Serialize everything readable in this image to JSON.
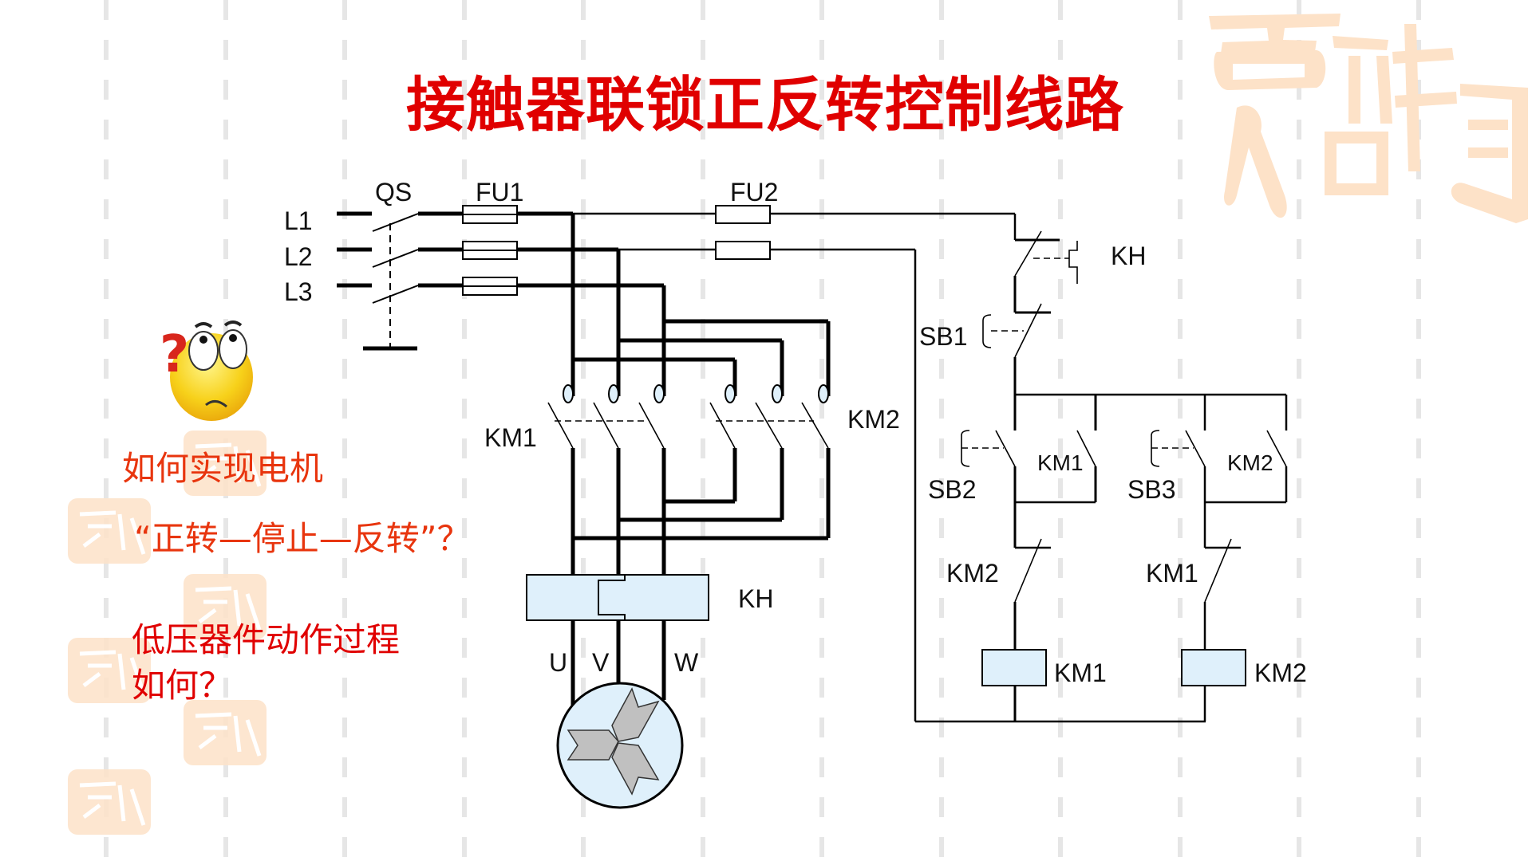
{
  "slide": {
    "title": "接触器联锁正反转控制线路",
    "questions": [
      "如何实现电机",
      "“正转—停止—反转”？",
      "低压器件动作过程",
      "如何？"
    ],
    "watermark_text": "吉祥如意",
    "emoji_icon": "confused-face-question-icon"
  },
  "diagram": {
    "power_lines": [
      "L1",
      "L2",
      "L3"
    ],
    "main_switch": "QS",
    "main_fuse": "FU1",
    "control_fuse": "FU2",
    "forward_contactor": "KM1",
    "reverse_contactor": "KM2",
    "thermal_relay": "KH",
    "motor_terminals": [
      "U",
      "V",
      "W"
    ],
    "control": {
      "overload_contact": "KH",
      "stop_button": "SB1",
      "forward_button": "SB2",
      "reverse_button": "SB3",
      "km1_holding": "KM1",
      "km2_holding": "KM2",
      "km2_interlock": "KM2",
      "km1_interlock": "KM1",
      "coil_km1": "KM1",
      "coil_km2": "KM2"
    }
  },
  "colors": {
    "title": "#e00000",
    "question_orange": "#e8350e",
    "question_red": "#e00000",
    "component_fill": "#dff0fb",
    "watermark": "#fde2c8",
    "grid_dash": "#e6e6e6"
  }
}
